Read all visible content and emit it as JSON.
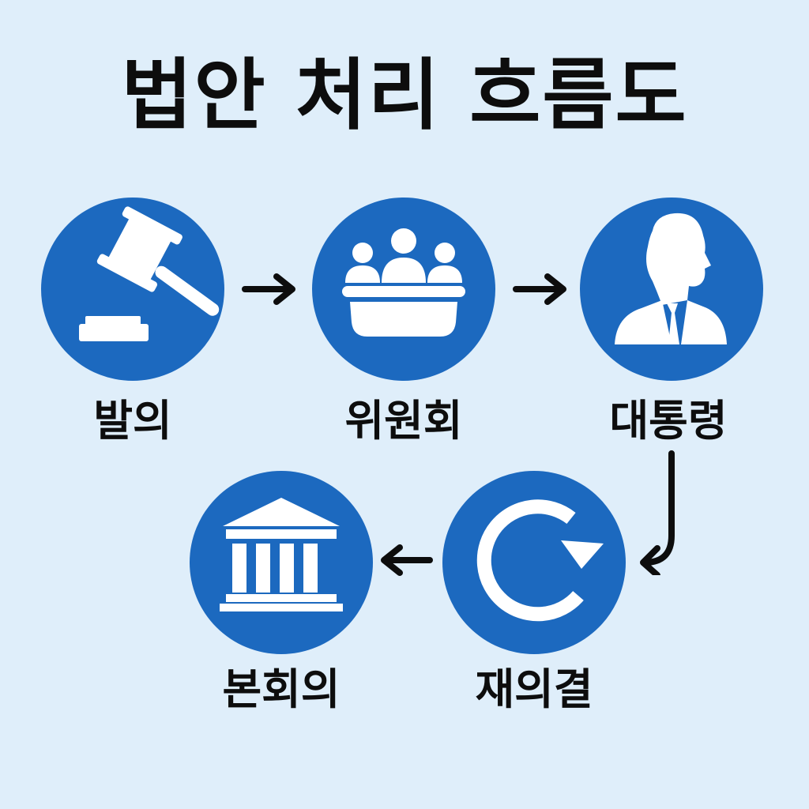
{
  "diagram": {
    "title": "법안 처리 흐름도",
    "steps": [
      {
        "label": "발의",
        "icon": "gavel-icon"
      },
      {
        "label": "위원회",
        "icon": "committee-icon"
      },
      {
        "label": "대통령",
        "icon": "president-icon"
      },
      {
        "label": "본회의",
        "icon": "parliament-building-icon"
      },
      {
        "label": "재의결",
        "icon": "refresh-cycle-icon"
      }
    ],
    "colors": {
      "background": "#dfeefa",
      "circle": "#1c69bf",
      "icon": "#ffffff",
      "text": "#0d0d0d"
    }
  }
}
